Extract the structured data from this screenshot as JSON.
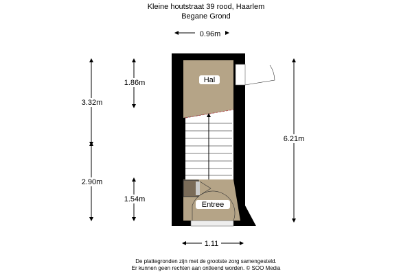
{
  "header": {
    "address": "Kleine houtstraat 39 rood, Haarlem",
    "floor": "Begane Grond"
  },
  "rooms": {
    "hal": "Hal",
    "entree": "Entree"
  },
  "dimensions": {
    "top_width": "0.96m",
    "bottom_width": "1.11",
    "left_upper": "3.32m",
    "left_lower": "2.90m",
    "inner_hal": "1.86m",
    "inner_entree": "1.54m",
    "total_length": "6.21m"
  },
  "footer": {
    "line1": "De plattegronden zijn met de grootste zorg samengesteld.",
    "line2": "Er kunnen geen rechten aan ontleend worden. © SOO Media"
  },
  "colors": {
    "wall": "#000000",
    "floor": "#b5a487"
  }
}
